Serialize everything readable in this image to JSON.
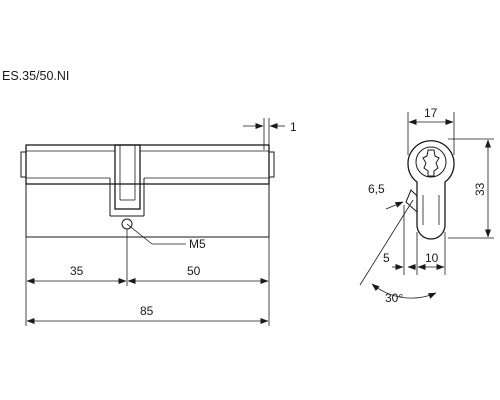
{
  "title": "ES.35/50.NI",
  "front_view": {
    "dim_left": "35",
    "dim_right": "50",
    "dim_total": "85",
    "dim_shoulder": "1",
    "screw_label": "M5"
  },
  "side_view": {
    "dim_width": "17",
    "dim_height": "33",
    "dim_cam": "6,5",
    "dim_offset": "5",
    "dim_lower": "10",
    "dim_angle": "30°"
  }
}
